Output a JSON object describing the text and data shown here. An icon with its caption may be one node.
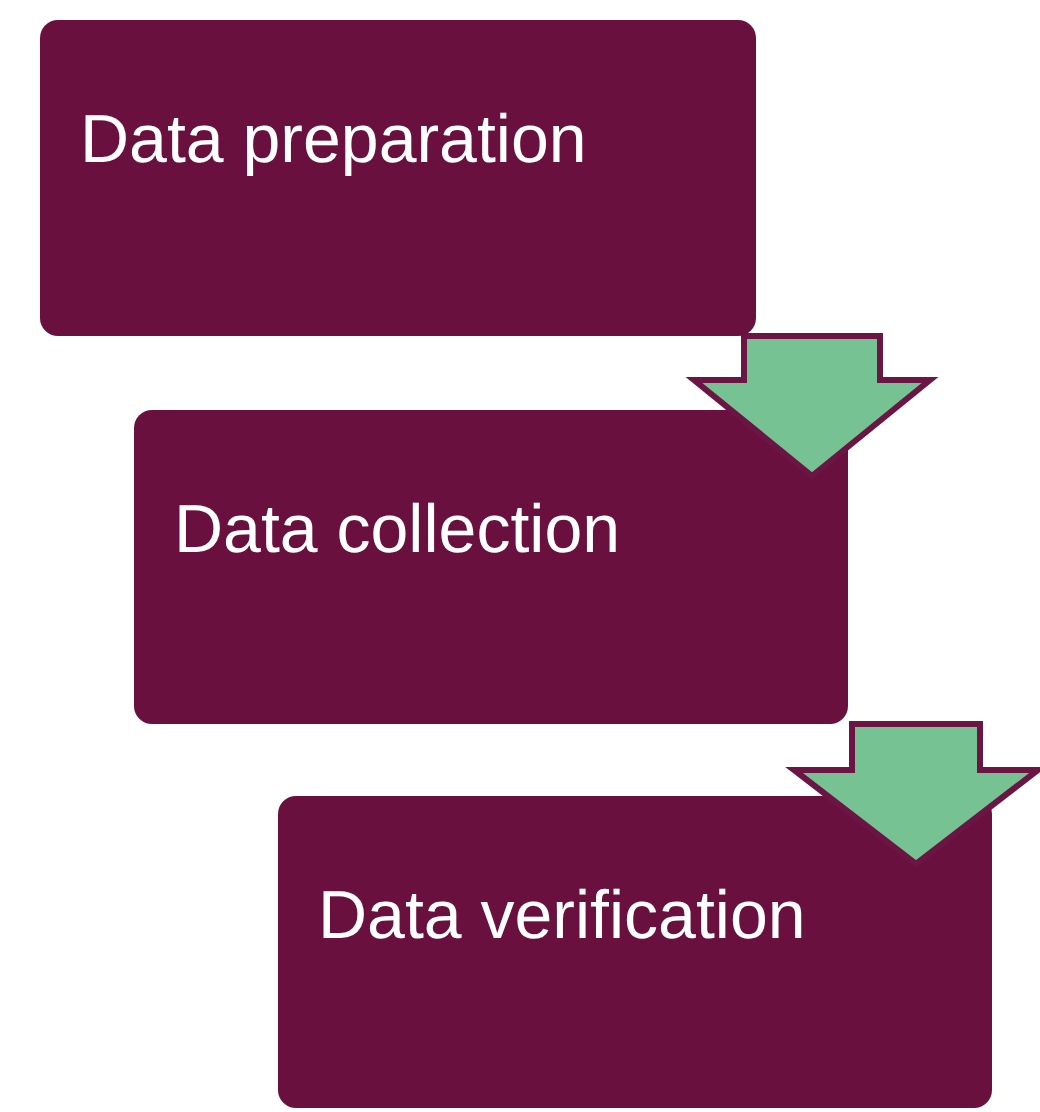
{
  "diagram": {
    "nodes": [
      {
        "text": [
          "Data preparation"
        ]
      },
      {
        "text": [
          "Data collection"
        ]
      },
      {
        "text": [
          "Data verification"
        ]
      }
    ],
    "edges": [
      {
        "from": 0,
        "to": 1,
        "arrow": "to"
      },
      {
        "from": 1,
        "to": 2,
        "arrow": "to"
      }
    ]
  }
}
